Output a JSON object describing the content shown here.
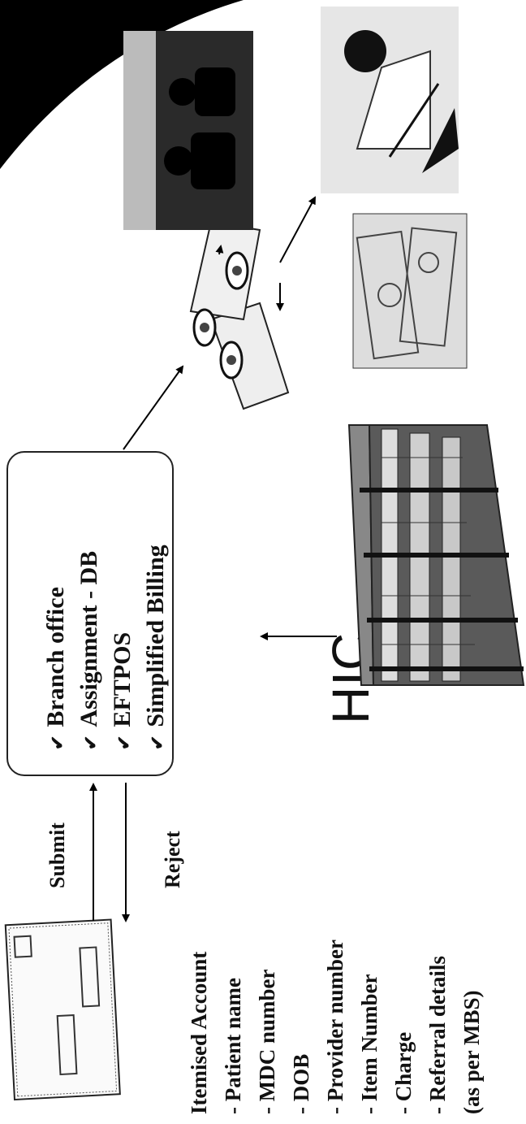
{
  "flow": {
    "submit_label": "Submit",
    "reject_label": "Reject"
  },
  "claim_box": {
    "items": [
      "Branch office",
      "Assignment - DB",
      "EFTPOS",
      "Simplified Billing"
    ],
    "check_glyph": "✔"
  },
  "hic_label": "HIC",
  "itemised": {
    "lines": [
      "Itemised Account",
      "- Patient name",
      "- MDC number",
      "- DOB",
      "- Provider number",
      "- Item Number",
      "- Charge",
      "- Referral details",
      "(as per MBS)"
    ]
  },
  "icons": {
    "envelope": "envelope-icon",
    "coins": "coins-and-notes-icon",
    "building": "hic-building-icon",
    "people": "people-photo-icon",
    "person": "person-photo-icon",
    "cash": "cash-photo-icon"
  }
}
